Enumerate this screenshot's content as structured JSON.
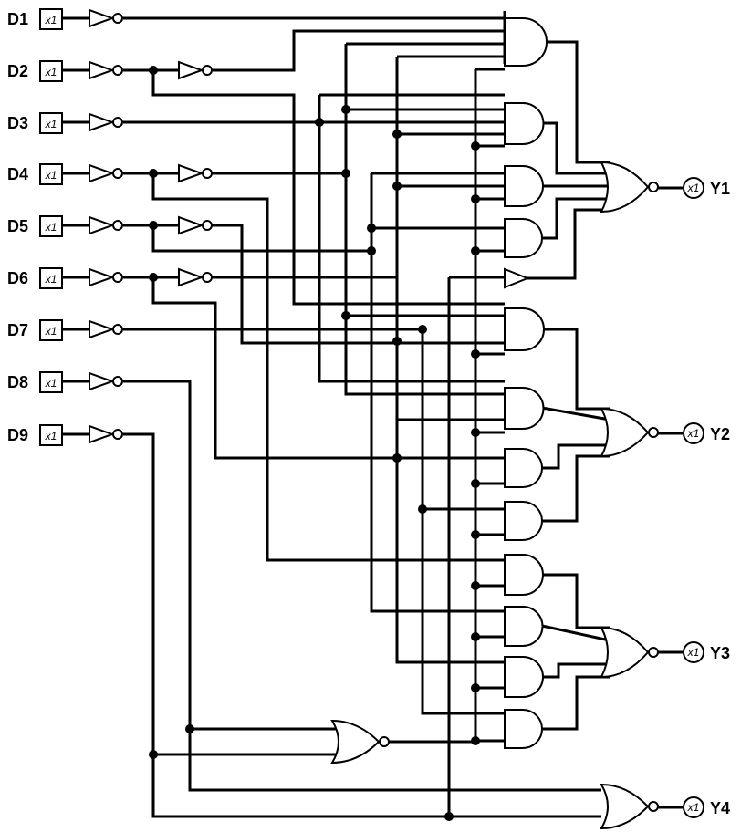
{
  "inputs": [
    "D1",
    "D2",
    "D3",
    "D4",
    "D5",
    "D6",
    "D7",
    "D8",
    "D9"
  ],
  "outputs": [
    "Y1",
    "Y2",
    "Y3",
    "Y4"
  ],
  "buffer_marker": "x1"
}
